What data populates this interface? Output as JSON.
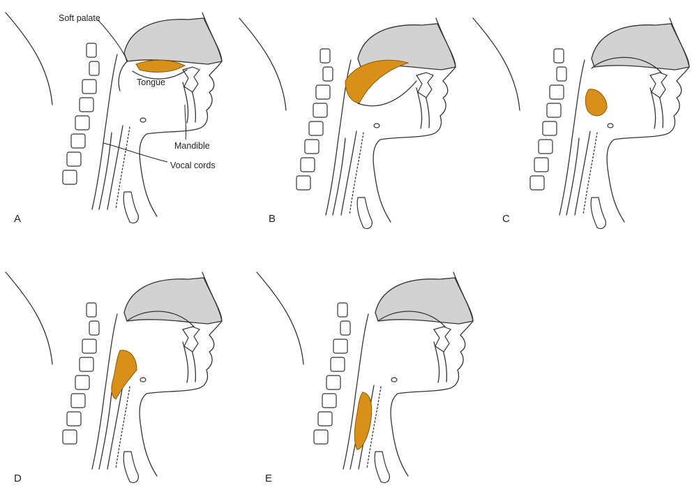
{
  "panels": [
    "A",
    "B",
    "C",
    "D",
    "E"
  ],
  "labels": {
    "soft_palate": "Soft palate",
    "tongue": "Tongue",
    "mandible": "Mandible",
    "vocal_cords": "Vocal cords"
  },
  "colors": {
    "bolus": "#d8901a",
    "hard_tissue": "#d2d2d2",
    "outline": "#333333"
  }
}
